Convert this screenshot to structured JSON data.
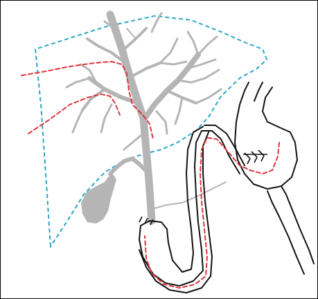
{
  "figure": {
    "type": "anatomical-schematic",
    "colors": {
      "liver_outline": "#2aa6c8",
      "biliary_tree": "#b5b5b5",
      "red_line": "#e0333b",
      "bowel_outline": "#111111",
      "background": "#ffffff"
    },
    "stroke_styles": {
      "liver_outline": "dashed",
      "red_line": "dashed",
      "bowel_outline": "solid"
    },
    "elements": [
      {
        "id": "liver",
        "name": "liver-outline"
      },
      {
        "id": "biliary",
        "name": "biliary-tree"
      },
      {
        "id": "gallbladder",
        "name": "gallbladder"
      },
      {
        "id": "stomach",
        "name": "stomach-outline"
      },
      {
        "id": "limb",
        "name": "jejunal-limb"
      },
      {
        "id": "sutures",
        "name": "anastomosis-sutures"
      },
      {
        "id": "dashed_red",
        "name": "red-dashed-lines"
      }
    ]
  }
}
